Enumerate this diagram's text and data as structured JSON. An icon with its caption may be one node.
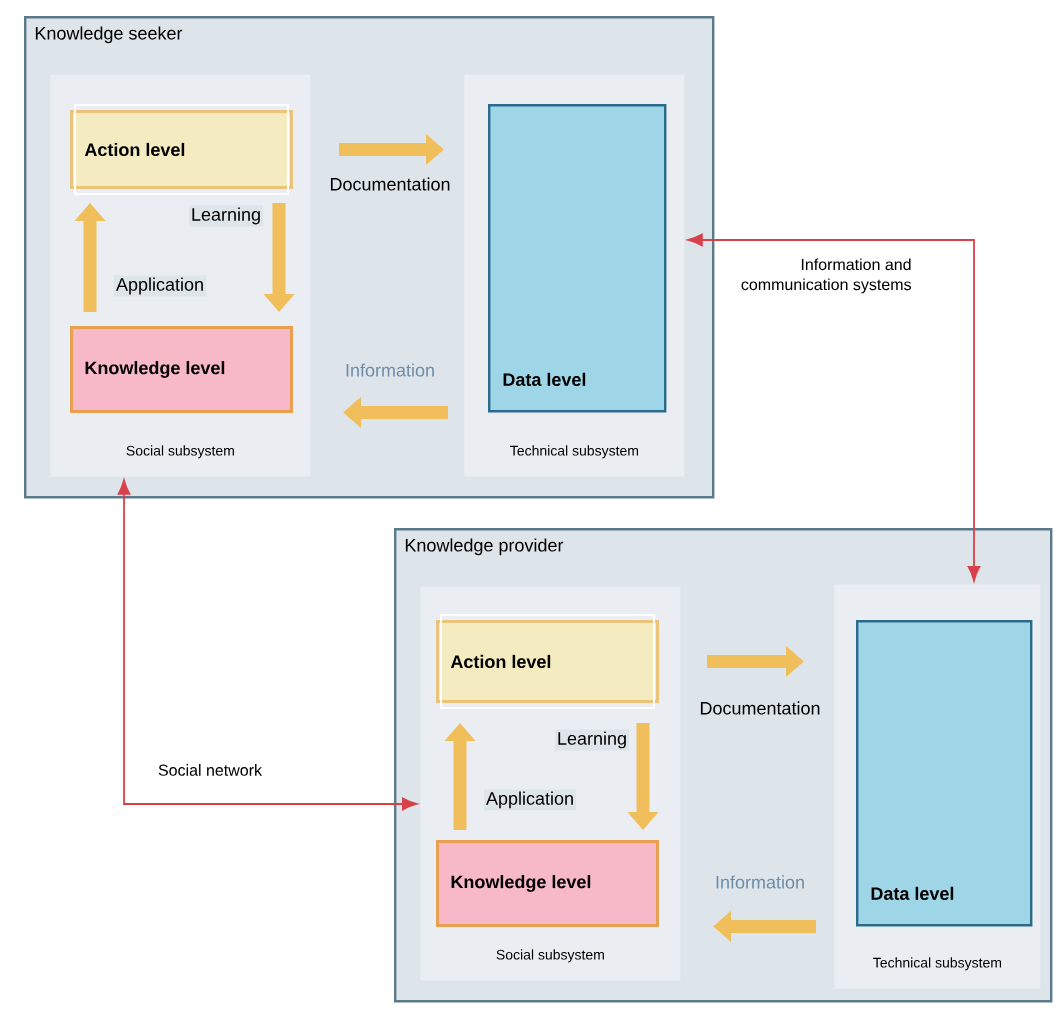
{
  "diagram": {
    "nodes": [
      {
        "text": [
          "Knowledge seeker"
        ]
      },
      {
        "text": [
          "Social subsystem"
        ],
        "in": 0
      },
      {
        "text": [
          "Action level"
        ],
        "in": 1
      },
      {
        "text": [
          "Knowledge level"
        ],
        "in": 1
      },
      {
        "text": [
          "Technical subsystem"
        ],
        "in": 0
      },
      {
        "text": [
          "Data level"
        ],
        "in": 4
      },
      {
        "text": [
          "Knowledge provider"
        ]
      },
      {
        "text": [
          "Social subsystem"
        ],
        "in": 6
      },
      {
        "text": [
          "Action level"
        ],
        "in": 7
      },
      {
        "text": [
          "Knowledge level"
        ],
        "in": 7
      },
      {
        "text": [
          "Technical subsystem"
        ],
        "in": 6
      },
      {
        "text": [
          "Data level"
        ],
        "in": 10
      }
    ],
    "edges": [
      {
        "from": 2,
        "to": 5,
        "arrow": "to",
        "label": "Documentation"
      },
      {
        "from": 2,
        "to": 3,
        "arrow": "to",
        "label": "Learning"
      },
      {
        "from": 3,
        "to": 2,
        "arrow": "to",
        "label": "Application"
      },
      {
        "from": 5,
        "to": 3,
        "arrow": "to",
        "label": "Information"
      },
      {
        "from": 8,
        "to": 11,
        "arrow": "to",
        "label": "Documentation"
      },
      {
        "from": 8,
        "to": 9,
        "arrow": "to",
        "label": "Learning"
      },
      {
        "from": 9,
        "to": 8,
        "arrow": "to",
        "label": "Application"
      },
      {
        "from": 11,
        "to": 9,
        "arrow": "to",
        "label": "Information"
      },
      {
        "from": 4,
        "to": 10,
        "arrow": "both",
        "label": "Information and communication systems",
        "color": "#d9414a"
      },
      {
        "from": 1,
        "to": 7,
        "arrow": "both",
        "label": "Social network",
        "color": "#d9414a"
      }
    ]
  }
}
